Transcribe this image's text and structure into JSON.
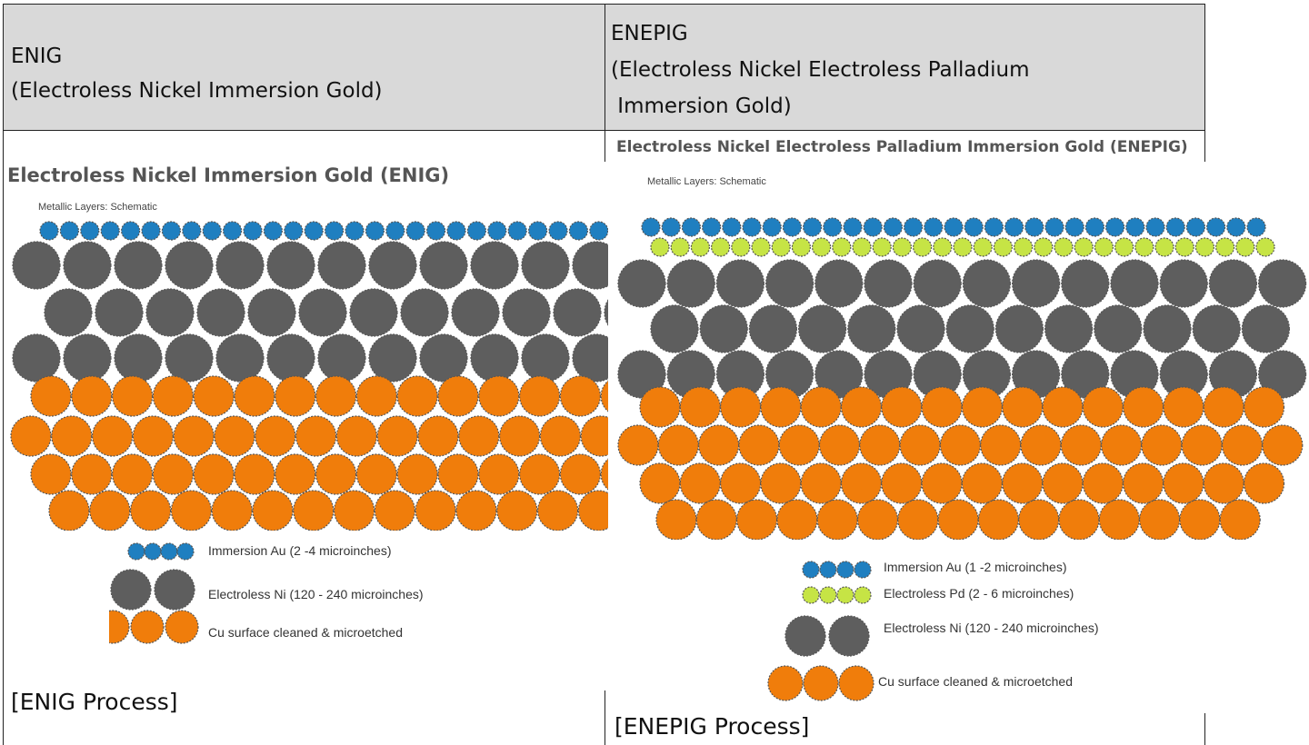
{
  "table": {
    "left_header": {
      "line1": "ENIG",
      "line2": "(Electroless Nickel Immersion Gold)"
    },
    "right_header": {
      "line1": "ENEPIG",
      "line2": "(Electroless Nickel Electroless Palladium",
      "line3": " Immersion Gold)"
    }
  },
  "enig": {
    "title": "Electroless Nickel Immersion Gold (ENIG)",
    "subtitle": "Metallic Layers: Schematic",
    "legend": {
      "au": "Immersion Au (2 -4 microinches)",
      "ni": "Electroless Ni (120 - 240 microinches)",
      "cu": "Cu surface cleaned & microetched"
    },
    "caption": "[ENIG Process]"
  },
  "enepig": {
    "title": "Electroless Nickel Electroless Palladium Immersion Gold (ENEPIG)",
    "subtitle": "Metallic Layers: Schematic",
    "legend": {
      "au": "Immersion Au (1 -2 microinches)",
      "pd": "Electroless Pd (2 - 6 microinches)",
      "ni": "Electroless Ni (120 - 240 microinches)",
      "cu": "Cu surface cleaned & microetched"
    },
    "caption": "[ENEPIG Process]"
  },
  "colors": {
    "au": "#1f7fc0",
    "pd": "#c6e445",
    "ni": "#5e5e5e",
    "cu": "#f07d0b",
    "header_bg": "#d9d9d9"
  }
}
